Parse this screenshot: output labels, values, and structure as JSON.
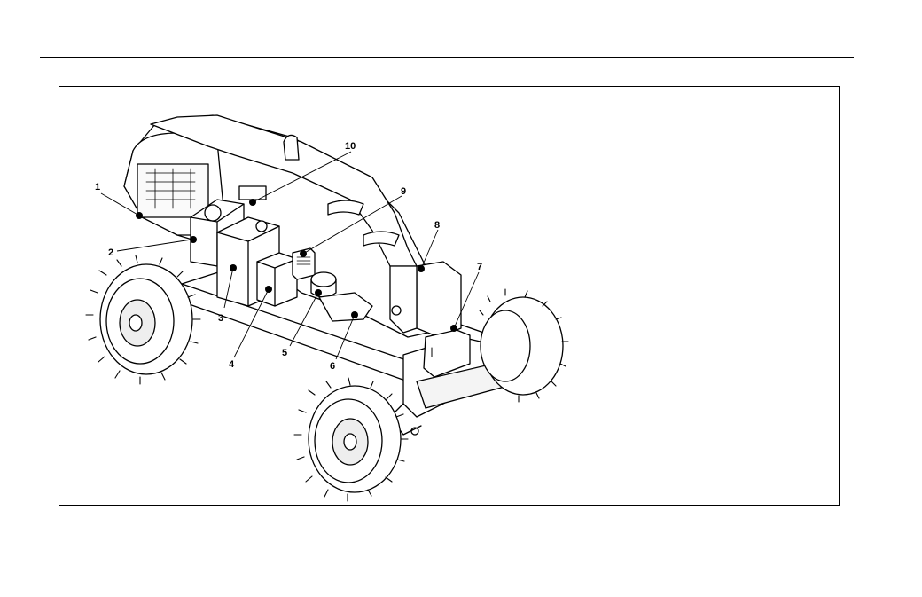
{
  "callouts": [
    {
      "id": "1",
      "label": "1"
    },
    {
      "id": "2",
      "label": "2"
    },
    {
      "id": "3",
      "label": "3"
    },
    {
      "id": "4",
      "label": "4"
    },
    {
      "id": "5",
      "label": "5"
    },
    {
      "id": "6",
      "label": "6"
    },
    {
      "id": "7",
      "label": "7"
    },
    {
      "id": "8",
      "label": "8"
    },
    {
      "id": "9",
      "label": "9"
    },
    {
      "id": "10",
      "label": "10"
    }
  ],
  "colors": {
    "line": "#000000",
    "background": "#ffffff",
    "shade": "#e6e6e6"
  }
}
